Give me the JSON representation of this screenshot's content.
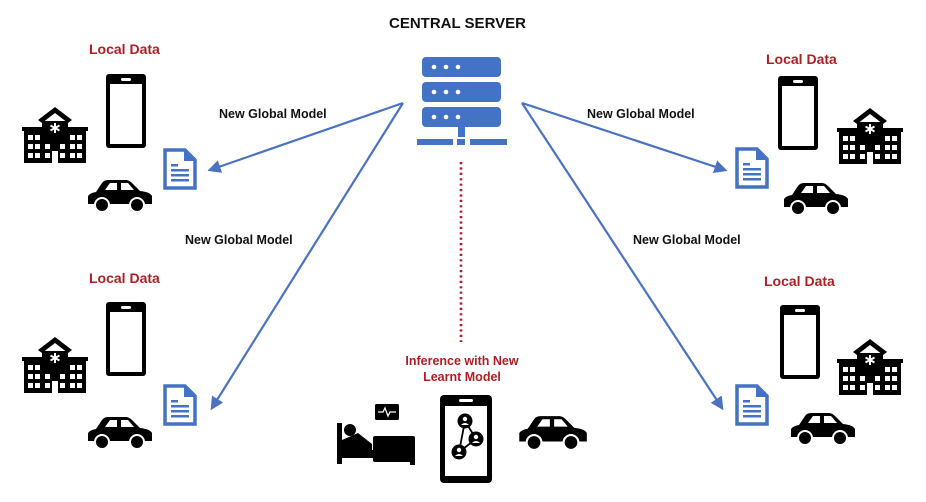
{
  "colors": {
    "server_blue": "#4472C4",
    "arrow_blue": "#4A72C0",
    "label_red": "#B01E23",
    "icon_black": "#000000"
  },
  "server": {
    "title": "CENTRAL SERVER",
    "icon": "server-rack-icon"
  },
  "arrows": [
    {
      "from": "central-server",
      "to": "client-top-left",
      "label": "New Global Model"
    },
    {
      "from": "central-server",
      "to": "client-bottom-left",
      "label": "New Global Model"
    },
    {
      "from": "central-server",
      "to": "client-top-right",
      "label": "New Global Model"
    },
    {
      "from": "central-server",
      "to": "client-bottom-right",
      "label": "New Global Model"
    }
  ],
  "clients": [
    {
      "id": "client-top-left",
      "label": "Local Data",
      "icons": [
        "hospital-icon",
        "smartphone-icon",
        "document-icon",
        "car-icon"
      ]
    },
    {
      "id": "client-bottom-left",
      "label": "Local Data",
      "icons": [
        "hospital-icon",
        "smartphone-icon",
        "document-icon",
        "car-icon"
      ]
    },
    {
      "id": "client-top-right",
      "label": "Local Data",
      "icons": [
        "smartphone-icon",
        "hospital-icon",
        "document-icon",
        "car-icon"
      ]
    },
    {
      "id": "client-bottom-right",
      "label": "Local Data",
      "icons": [
        "smartphone-icon",
        "hospital-icon",
        "document-icon",
        "car-icon"
      ]
    }
  ],
  "inference": {
    "line1": "Inference with New",
    "line2": "Learnt Model",
    "connector": "dotted-line",
    "icons": [
      "patient-bed-monitor-icon",
      "phone-network-icon",
      "car-icon"
    ]
  }
}
